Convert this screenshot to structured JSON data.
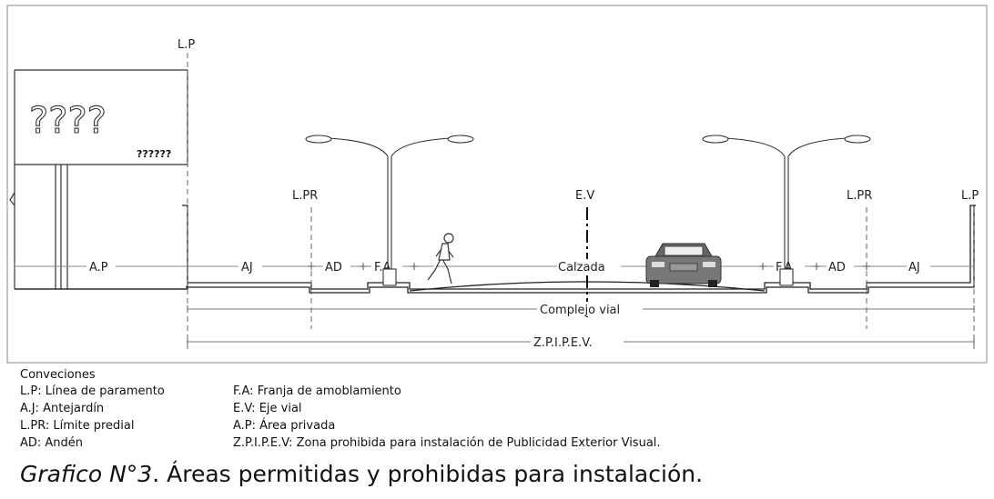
{
  "diagram": {
    "building_sign": "????",
    "building_small": "??????",
    "lines": {
      "lp_left": "L.P",
      "lp_right": "L.P",
      "lpr_left": "L.PR",
      "lpr_right": "L.PR",
      "ev": "E.V"
    },
    "zones": {
      "ap": "A.P",
      "aj_left": "AJ",
      "ad_left": "AD",
      "fa_left": "F.A",
      "calzada": "Calzada",
      "fa_right": "F.A",
      "ad_right": "AD",
      "aj_right": "AJ"
    },
    "dimensions": {
      "complejo_vial": "Complejo vial",
      "zpipev": "Z.P.I.P.E.V."
    }
  },
  "legend": {
    "title": "Conveciones",
    "col1": [
      "L.P: Línea de paramento",
      "A.J: Antejardín",
      "L.PR: Límite predial",
      "AD: Andén"
    ],
    "col2": [
      "F.A: Franja de amoblamiento",
      "E.V: Eje vial",
      "A.P: Área privada",
      "Z.P.I.P.E.V: Zona prohibida para instalación de Publicidad Exterior Visual."
    ]
  },
  "caption": {
    "italic": "Grafico N°3",
    "rest": ". Áreas permitidas y prohibidas para instalación."
  }
}
